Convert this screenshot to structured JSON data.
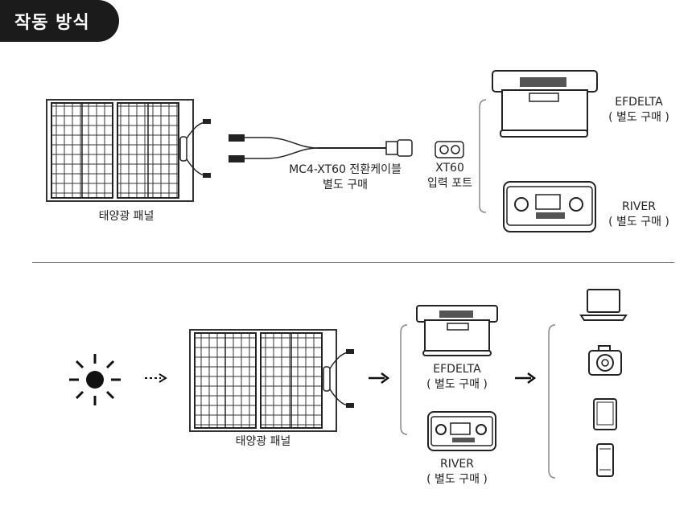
{
  "title": "작동 방식",
  "top": {
    "panel_label": "태양광 패널",
    "cable_label_1": "MC4-XT60 전환케이블",
    "cable_label_2": "별도 구매",
    "port_label_1": "XT60",
    "port_label_2": "입력 포트",
    "efdelta_name": "EFDELTA",
    "efdelta_note": "( 별도 구매 )",
    "river_name": "RIVER",
    "river_note": "( 별도 구매 )"
  },
  "bottom": {
    "panel_label": "태양광 패널",
    "efdelta_name": "EFDELTA",
    "efdelta_note": "( 별도 구매 )",
    "river_name": "RIVER",
    "river_note": "( 별도 구매 )",
    "icons": [
      "sun-icon",
      "laptop-icon",
      "camera-icon",
      "tablet-icon",
      "phone-icon"
    ]
  },
  "colors": {
    "badge": "#1b1b1b",
    "line": "#222222"
  }
}
